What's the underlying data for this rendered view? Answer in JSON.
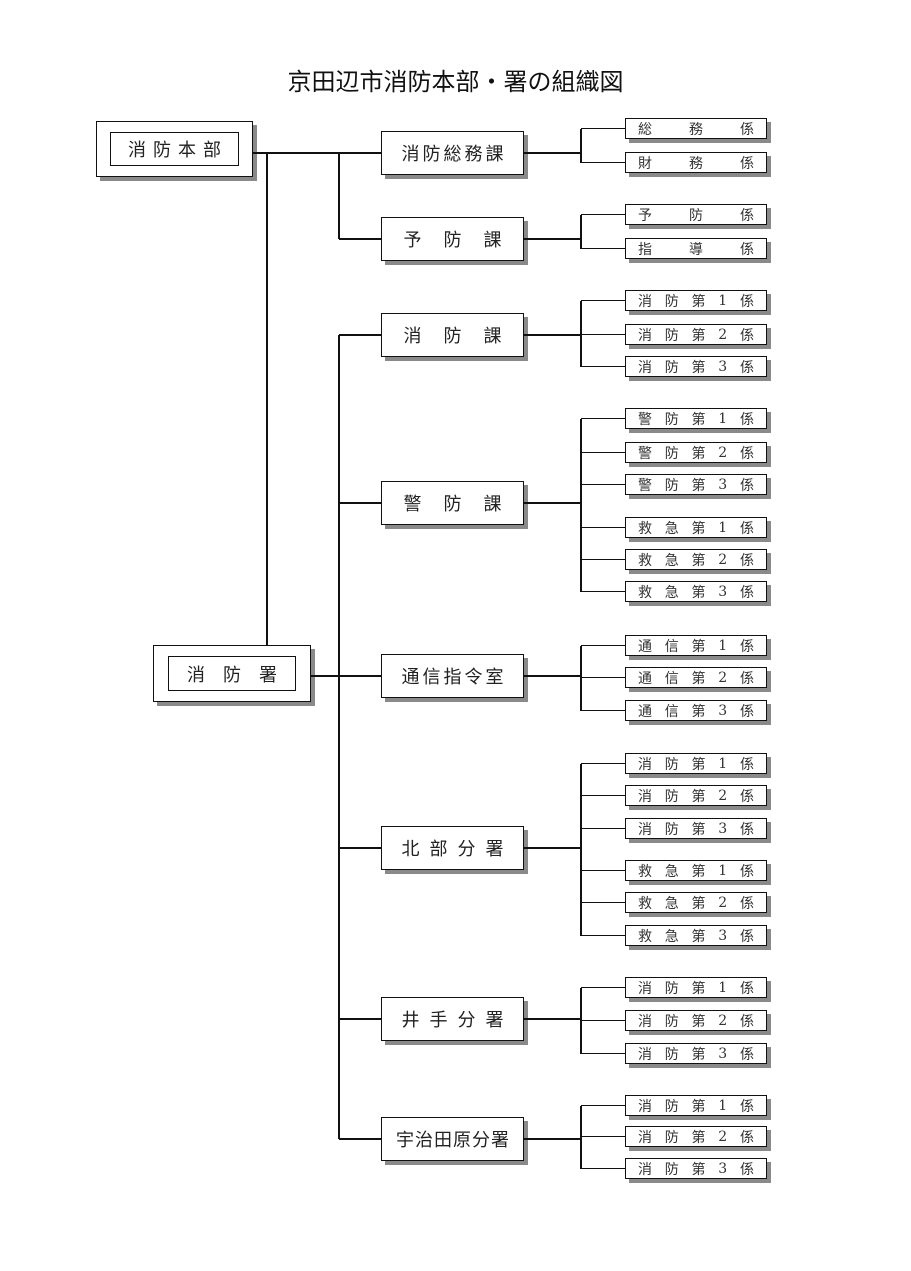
{
  "title": "京田辺市消防本部・署の組織図",
  "headquarters": {
    "label": "消防本部",
    "divisions": [
      {
        "label": "消防総務課",
        "sections": [
          "総務係",
          "財務係"
        ]
      },
      {
        "label": "予防課",
        "sections": [
          "予防係",
          "指導係"
        ]
      }
    ]
  },
  "fire_station": {
    "label": "消防署",
    "divisions": [
      {
        "label": "消防課",
        "sections": [
          "消防第1係",
          "消防第2係",
          "消防第3係"
        ]
      },
      {
        "label": "警防課",
        "sections": [
          "警防第1係",
          "警防第2係",
          "警防第3係",
          "救急第1係",
          "救急第2係",
          "救急第3係"
        ]
      },
      {
        "label": "通信指令室",
        "sections": [
          "通信第1係",
          "通信第2係",
          "通信第3係"
        ]
      },
      {
        "label": "北部分署",
        "sections": [
          "消防第1係",
          "消防第2係",
          "消防第3係",
          "救急第1係",
          "救急第2係",
          "救急第3係"
        ]
      },
      {
        "label": "井手分署",
        "sections": [
          "消防第1係",
          "消防第2係",
          "消防第3係"
        ]
      },
      {
        "label": "宇治田原分署",
        "sections": [
          "消防第1係",
          "消防第2係",
          "消防第3係"
        ]
      }
    ]
  }
}
